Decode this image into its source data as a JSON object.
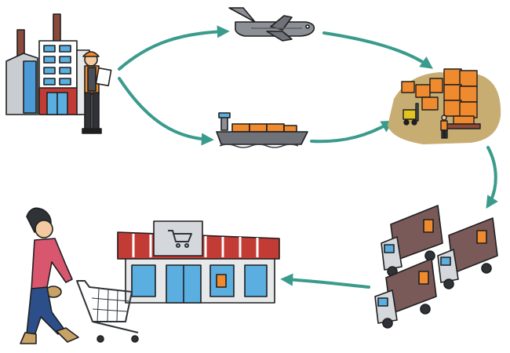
{
  "diagram": {
    "topic": "supply chain",
    "colors": {
      "arrow": "#3a9b8c",
      "outline": "#1f1f1f",
      "orange": "#f08a2e",
      "orange_dark": "#c9651a",
      "brick": "#c23b34",
      "blue_panel": "#5aaee0",
      "grey": "#8c8f96",
      "grey_light": "#c9ccd1",
      "ground": "#c8ad73",
      "skin": "#f2c9a0"
    },
    "nodes": [
      {
        "id": "factory",
        "icon": "factory-with-inspector-icon"
      },
      {
        "id": "airplane",
        "icon": "cargo-airplane-icon"
      },
      {
        "id": "ship",
        "icon": "container-ship-icon"
      },
      {
        "id": "warehouse",
        "icon": "warehouse-forklift-icon"
      },
      {
        "id": "trucks",
        "icon": "delivery-trucks-icon"
      },
      {
        "id": "store",
        "icon": "supermarket-icon"
      },
      {
        "id": "shopper",
        "icon": "shopper-with-cart-icon"
      }
    ],
    "edges": [
      {
        "from": "factory",
        "to": "airplane"
      },
      {
        "from": "factory",
        "to": "ship"
      },
      {
        "from": "airplane",
        "to": "warehouse"
      },
      {
        "from": "ship",
        "to": "warehouse"
      },
      {
        "from": "warehouse",
        "to": "trucks"
      },
      {
        "from": "trucks",
        "to": "store"
      }
    ]
  }
}
